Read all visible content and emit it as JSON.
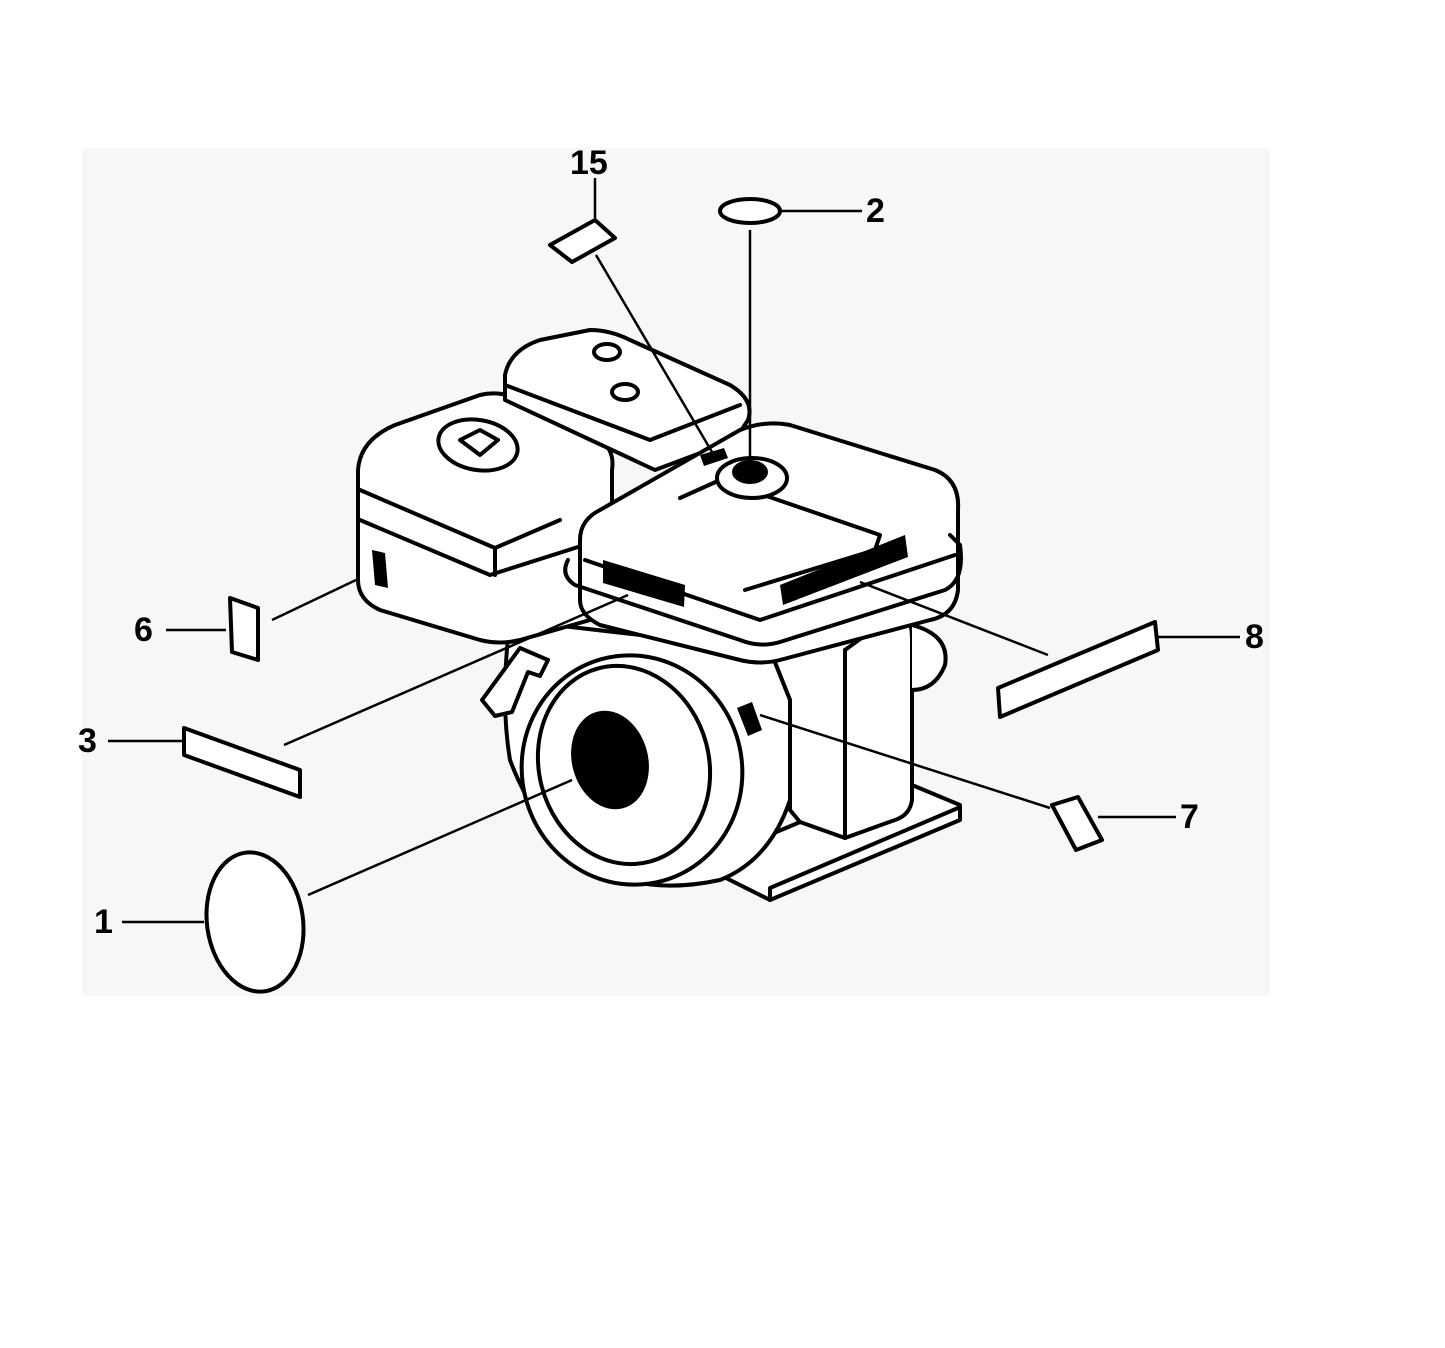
{
  "diagram": {
    "type": "exploded parts diagram",
    "subject": "small gasoline engine decal/label locations",
    "callouts": [
      {
        "number": "15",
        "part": "decal-top-small"
      },
      {
        "number": "2",
        "part": "oval-decal-fuel-cap"
      },
      {
        "number": "6",
        "part": "decal-air-cleaner"
      },
      {
        "number": "8",
        "part": "decal-fuel-tank-side"
      },
      {
        "number": "3",
        "part": "decal-fuel-tank-front"
      },
      {
        "number": "7",
        "part": "decal-engine-block"
      },
      {
        "number": "1",
        "part": "oval-decal-recoil-starter"
      }
    ]
  },
  "labels": {
    "c15": "15",
    "c2": "2",
    "c6": "6",
    "c8": "8",
    "c3": "3",
    "c7": "7",
    "c1": "1"
  },
  "colors": {
    "line": "#000000",
    "background": "#ffffff",
    "panel": "#f7f7f7"
  }
}
